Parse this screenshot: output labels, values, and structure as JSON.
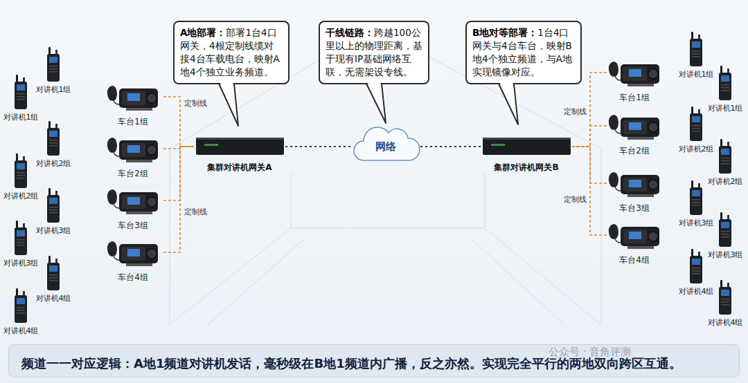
{
  "diagram": {
    "nodes": [
      {
        "text": [
          "A地部署：",
          "部署1台4口网关，4根定制线缆对接4台车载电台，映射A地4个独立业务频道。"
        ]
      },
      {
        "text": [
          "干线链路：",
          "跨越100公里以上的物理距离，基于现有IP基础网络互联，无需架设专线。"
        ]
      },
      {
        "text": [
          "B地对等部署：",
          "1台4口网关与4台车台，映射B地4个独立频道，与A地实现镜像对应。"
        ]
      },
      {
        "text": [
          "车台1组"
        ]
      },
      {
        "text": [
          "车台2组"
        ]
      },
      {
        "text": [
          "车台3组"
        ]
      },
      {
        "text": [
          "车台4组"
        ]
      },
      {
        "text": [
          "集群对讲机网关A"
        ]
      },
      {
        "text": [
          "网络"
        ]
      },
      {
        "text": [
          "集群对讲机网关B"
        ]
      },
      {
        "text": [
          "车台1组"
        ]
      },
      {
        "text": [
          "车台2组"
        ]
      },
      {
        "text": [
          "车台3组"
        ]
      },
      {
        "text": [
          "车台4组"
        ]
      },
      {
        "text": [
          "频道一一对应逻辑：A地1频道对讲机发话，毫秒级在B地1频道内广播，反之亦然。实现完全平行的两地双向跨区互通。"
        ]
      }
    ],
    "edges": [
      {
        "from": 3,
        "to": 7,
        "arrow": "none",
        "label": "定制线"
      },
      {
        "from": 4,
        "to": 7,
        "arrow": "none"
      },
      {
        "from": 5,
        "to": 7,
        "arrow": "none"
      },
      {
        "from": 6,
        "to": 7,
        "arrow": "none",
        "label": "定制线"
      },
      {
        "from": 7,
        "to": 8,
        "arrow": "none"
      },
      {
        "from": 8,
        "to": 9,
        "arrow": "none"
      },
      {
        "from": 10,
        "to": 9,
        "arrow": "none",
        "label": "定制线"
      },
      {
        "from": 11,
        "to": 9,
        "arrow": "none"
      },
      {
        "from": 12,
        "to": 9,
        "arrow": "none"
      },
      {
        "from": 13,
        "to": 9,
        "arrow": "none",
        "label": "定制线"
      }
    ],
    "labels": [
      "对讲机1组",
      "对讲机1组",
      "对讲机2组",
      "对讲机2组",
      "对讲机3组",
      "对讲机3组",
      "对讲机4组",
      "对讲机4组",
      "对讲机1组",
      "对讲机1组",
      "对讲机2组",
      "对讲机2组",
      "对讲机3组",
      "对讲机3组",
      "对讲机4组",
      "对讲机4组",
      "公众号 · 音角评测"
    ]
  }
}
